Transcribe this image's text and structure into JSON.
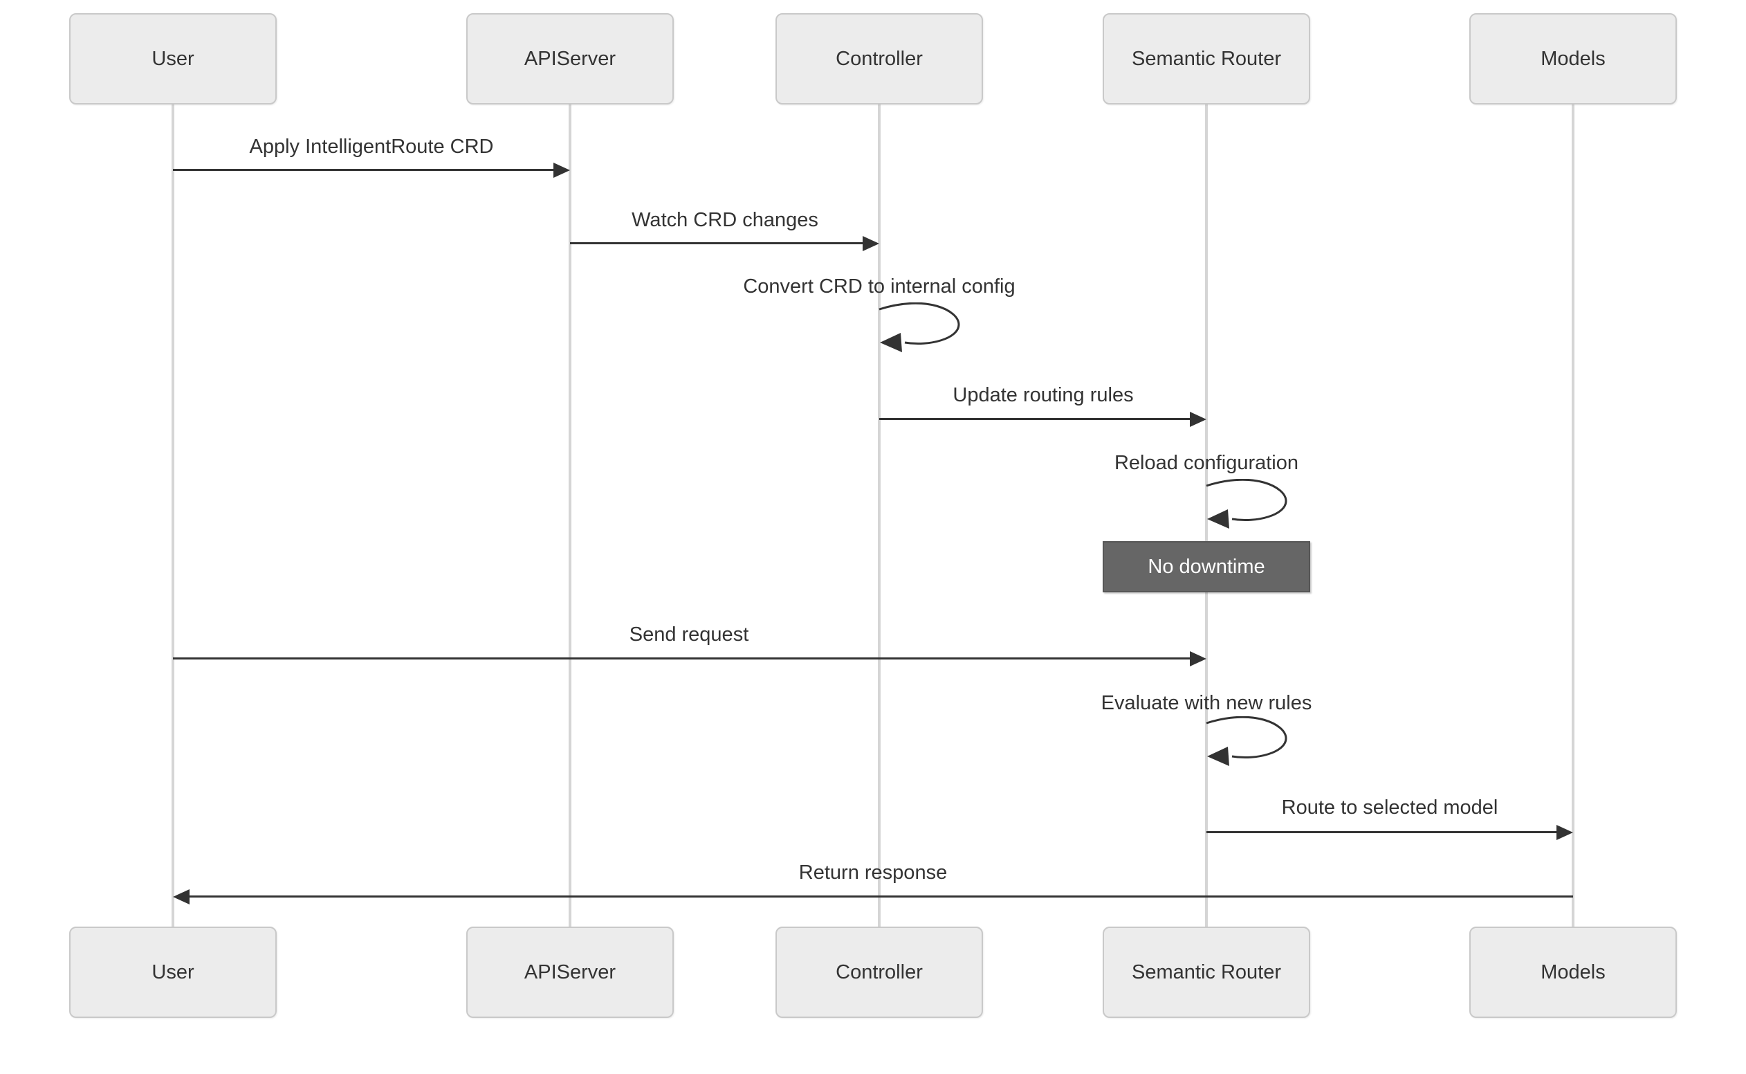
{
  "participants": [
    {
      "id": "user",
      "label": "User"
    },
    {
      "id": "apiserver",
      "label": "APIServer"
    },
    {
      "id": "controller",
      "label": "Controller"
    },
    {
      "id": "semantic-router",
      "label": "Semantic Router"
    },
    {
      "id": "models",
      "label": "Models"
    }
  ],
  "messages": [
    {
      "from": "User",
      "to": "APIServer",
      "kind": "solid-arrow",
      "label": "Apply IntelligentRoute CRD"
    },
    {
      "from": "APIServer",
      "to": "Controller",
      "kind": "solid-arrow",
      "label": "Watch CRD changes"
    },
    {
      "from": "Controller",
      "to": "Controller",
      "kind": "self-loop",
      "label": "Convert CRD to internal config"
    },
    {
      "from": "Controller",
      "to": "Semantic Router",
      "kind": "solid-arrow",
      "label": "Update routing rules"
    },
    {
      "from": "Semantic Router",
      "to": "Semantic Router",
      "kind": "self-loop",
      "label": "Reload configuration"
    },
    {
      "from": "User",
      "to": "Semantic Router",
      "kind": "solid-arrow",
      "label": "Send request"
    },
    {
      "from": "Semantic Router",
      "to": "Semantic Router",
      "kind": "self-loop",
      "label": "Evaluate with new rules"
    },
    {
      "from": "Semantic Router",
      "to": "Models",
      "kind": "solid-arrow",
      "label": "Route to selected model"
    },
    {
      "from": "Models",
      "to": "User",
      "kind": "solid-arrow",
      "label": "Return response"
    }
  ],
  "note": {
    "over": "Semantic Router",
    "label": "No downtime"
  },
  "colors": {
    "background": "#ffffff",
    "actor_fill": "#ececec",
    "actor_border": "#c9c9c9",
    "actor_text": "#333333",
    "lifeline": "#d5d5d5",
    "arrow": "#333333",
    "message_text": "#333333",
    "note_fill": "#666666",
    "note_border": "#565656",
    "note_text": "#ffffff"
  }
}
